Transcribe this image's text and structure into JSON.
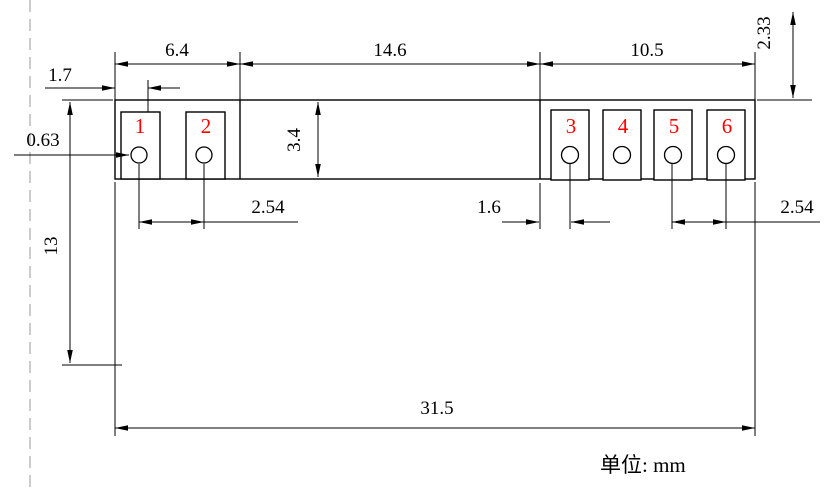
{
  "drawing": {
    "unit_label": "单位: mm",
    "line_color": "#000000",
    "pad_number_color": "#ff0000",
    "pads": [
      {
        "number": "1"
      },
      {
        "number": "2"
      },
      {
        "number": "3"
      },
      {
        "number": "4"
      },
      {
        "number": "5"
      },
      {
        "number": "6"
      }
    ],
    "dimensions": {
      "left_section_width": "6.4",
      "middle_section_width": "14.6",
      "right_section_width": "10.5",
      "pad1_offset": "1.7",
      "hole_diameter": "0.63",
      "body_height": "3.4",
      "left_pad_pitch": "2.54",
      "right_edge_to_hole": "1.6",
      "right_pad_pitch": "2.54",
      "top_clearance": "2.33",
      "total_height": "13",
      "total_width": "31.5"
    }
  }
}
